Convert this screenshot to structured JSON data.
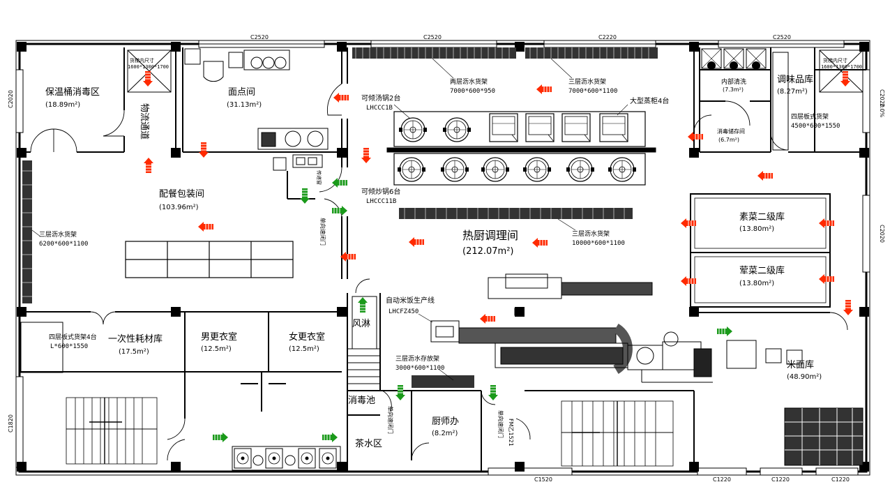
{
  "window_codes": {
    "w1": "C2520",
    "w2": "C2520",
    "w3": "C2220",
    "w4": "C2520",
    "w5": "C2020",
    "w6": "C2020",
    "w7": "C2020",
    "w8": "C1820",
    "w9": "C1520",
    "w10": "C1220",
    "w11": "C1220",
    "w12": "C1220",
    "w13": "2.0%"
  },
  "rooms": {
    "insulated_disinfect": {
      "name": "保温桶消毒区",
      "area": "(18.89m²)"
    },
    "logistics": {
      "name": "物流通道"
    },
    "pastry": {
      "name": "面点间",
      "area": "(31.13m²)"
    },
    "packaging": {
      "name": "配餐包装间",
      "area": "(103.96m²)"
    },
    "hot_kitchen": {
      "name": "热厨调理间",
      "area": "(212.07m²)"
    },
    "internal_wash": {
      "name": "内部清洗",
      "area": "(7.3m²)"
    },
    "disinfect_storage": {
      "name": "消毒储存间",
      "area": "(6.7m²)"
    },
    "seasoning": {
      "name": "调味品库",
      "area": "(8.27m²)"
    },
    "veg_store": {
      "name": "素菜二级库",
      "area": "(13.80m²)"
    },
    "meat_store": {
      "name": "荤菜二级库",
      "area": "(13.80m²)"
    },
    "consumables": {
      "name": "一次性耗材库",
      "area": "(17.5m²)"
    },
    "male_locker": {
      "name": "男更衣室",
      "area": "(12.5m²)"
    },
    "female_locker": {
      "name": "女更衣室",
      "area": "(12.5m²)"
    },
    "air_shower": {
      "name": "风淋"
    },
    "disinfect_pool": {
      "name": "消毒池"
    },
    "chef_office": {
      "name": "厨师办",
      "area": "(8.2m²)"
    },
    "tea": {
      "name": "茶水区"
    },
    "rice_flour": {
      "name": "米面库",
      "area": "(48.90m²)"
    }
  },
  "labels": {
    "elevator_left": "货梯内尺寸",
    "elevator_left_dim": "1600*1300*1700",
    "elevator_right": "货梯内尺寸",
    "elevator_right_dim": "1600*1300*1700",
    "shelf_left_title": "三层沥水货架",
    "shelf_left_dim": "6200*600*1100",
    "shelf_top1_title": "两层沥水货架",
    "shelf_top1_dim": "7000*600*950",
    "shelf_top2_title": "三层沥水货架",
    "shelf_top2_dim": "7000*600*1100",
    "shelf_mid_title": "三层沥水货架",
    "shelf_mid_dim": "10000*600*1100",
    "shelf_seasoning_title": "四层板式货架",
    "shelf_seasoning_dim": "4500*600*1550",
    "shelf_consumables_title": "四层板式货架4台",
    "shelf_consumables_dim": "L*600*1550",
    "shelf_drain_title": "三层沥水存放架",
    "shelf_drain_dim": "3000*600*1100",
    "soup_pot": "可倾汤锅2台",
    "soup_pot_model": "LHCCC1B",
    "wok": "可倾炒锅6台",
    "wok_model": "LHCCC11B",
    "steamer": "大型蒸柜4台",
    "rice_line": "自动米饭生产线",
    "rice_line_model": "LHCFZ450",
    "pass_window": "传递窗",
    "one_way_door_1": "单向速闭门",
    "one_way_door_2": "单向速闭门",
    "one_way_door_3": "单向速闭门",
    "fm_door": "FM乙1521"
  },
  "colors": {
    "wall": "#000000",
    "flow_arrow_red": "#ff2a00",
    "flow_arrow_green": "#1a9a1a",
    "dim_line": "#000000"
  },
  "icons": {
    "flow_red": "flow-arrow-red-icon",
    "flow_green": "flow-arrow-green-icon"
  }
}
